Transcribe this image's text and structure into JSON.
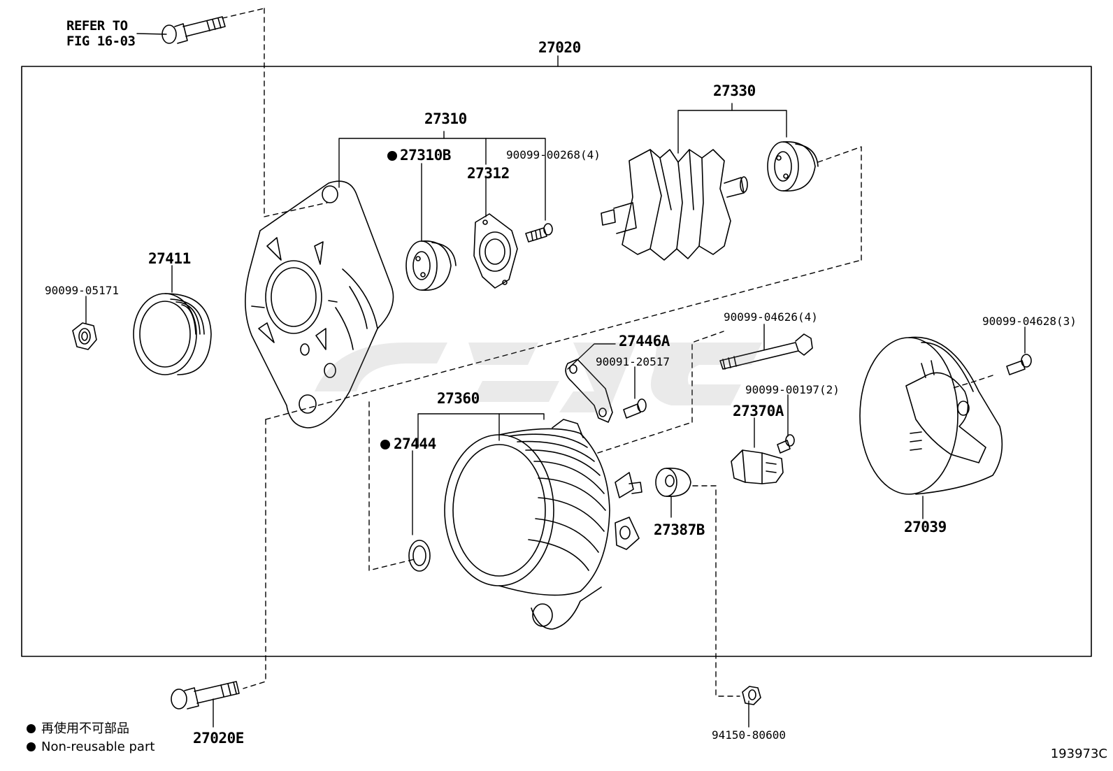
{
  "labels": {
    "refer_to": "REFER TO",
    "fig_ref": "FIG 16-03",
    "p27020": "27020",
    "p27330": "27330",
    "p27310": "27310",
    "p27310b": "27310B",
    "p90099_00268": "90099-00268(4)",
    "p27312": "27312",
    "p27411": "27411",
    "p90099_05171": "90099-05171",
    "p90099_04626": "90099-04626(4)",
    "p27446a": "27446A",
    "p90091_20517": "90091-20517",
    "p90099_04628": "90099-04628(3)",
    "p27360": "27360",
    "p90099_00197": "90099-00197(2)",
    "p27370a": "27370A",
    "p27444": "27444",
    "p27387b": "27387B",
    "p27039": "27039",
    "p27020e": "27020E",
    "p94150_80600": "94150-80600"
  },
  "legend": {
    "line_jp": "再使用不可部品",
    "line_en": "Non-reusable part"
  },
  "figure_id": "193973C",
  "colors": {
    "ink": "#000000",
    "background": "#ffffff",
    "watermark": "#808080"
  }
}
